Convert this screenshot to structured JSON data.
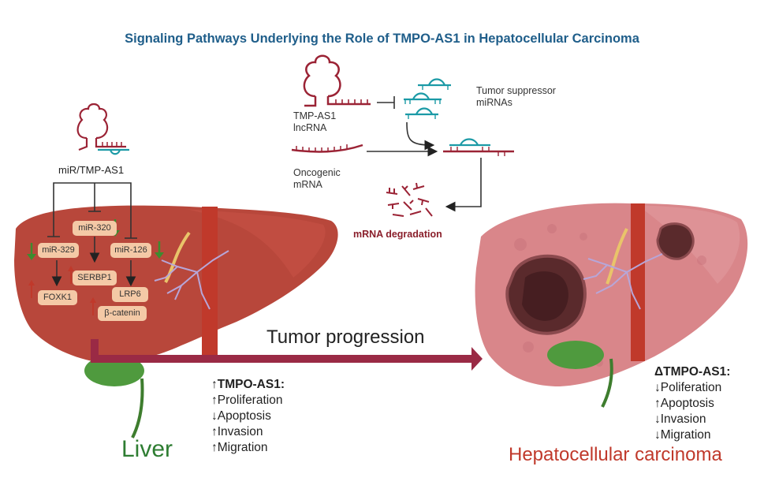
{
  "title": "Signaling Pathways Underlying the Role of TMPO-AS1 in Hepatocellular Carcinoma",
  "mechanism": {
    "lncrna_label": "TMP-AS1\nlncRNA",
    "mirna_label": "Tumor suppressor\nmiRNAs",
    "oncogenic_label": "Oncogenic\nmRNA",
    "degradation_label": "mRNA degradation"
  },
  "liver_panel": {
    "sponge_label": "miR/TMP-AS1",
    "nodes": {
      "mir320": "miR-320",
      "mir329": "miR-329",
      "mir126": "miR-126",
      "serbp1": "SERBP1",
      "foxk1": "FOXK1",
      "lrp6": "LRP6",
      "beta_catenin": "β-catenin"
    },
    "caption": "Liver"
  },
  "progression_label": "Tumor progression",
  "effects_up": {
    "header": "↑TMPO-AS1:",
    "items": [
      "↑Proliferation",
      "↓Apoptosis",
      "↑Invasion",
      "↑Migration"
    ]
  },
  "effects_delta": {
    "header": "ΔTMPO-AS1:",
    "items": [
      "↓Poliferation",
      "↑Apoptosis",
      "↓Invasion",
      "↓Migration"
    ]
  },
  "hcc_caption": "Hepatocellular carcinoma",
  "colors": {
    "title": "#1f5e8a",
    "liver": "#b8473b",
    "hcc_liver": "#d9868a",
    "tumor": "#5a2a2c",
    "rna": "#9b2335",
    "mirna": "#1b9aa6",
    "arrow": "#9a2a45",
    "node": "#f4c9a6",
    "liver_caption": "#2e7d32",
    "hcc_caption": "#c0392b",
    "down_arrow": "#3d8b2f",
    "up_arrow": "#c0392b"
  }
}
